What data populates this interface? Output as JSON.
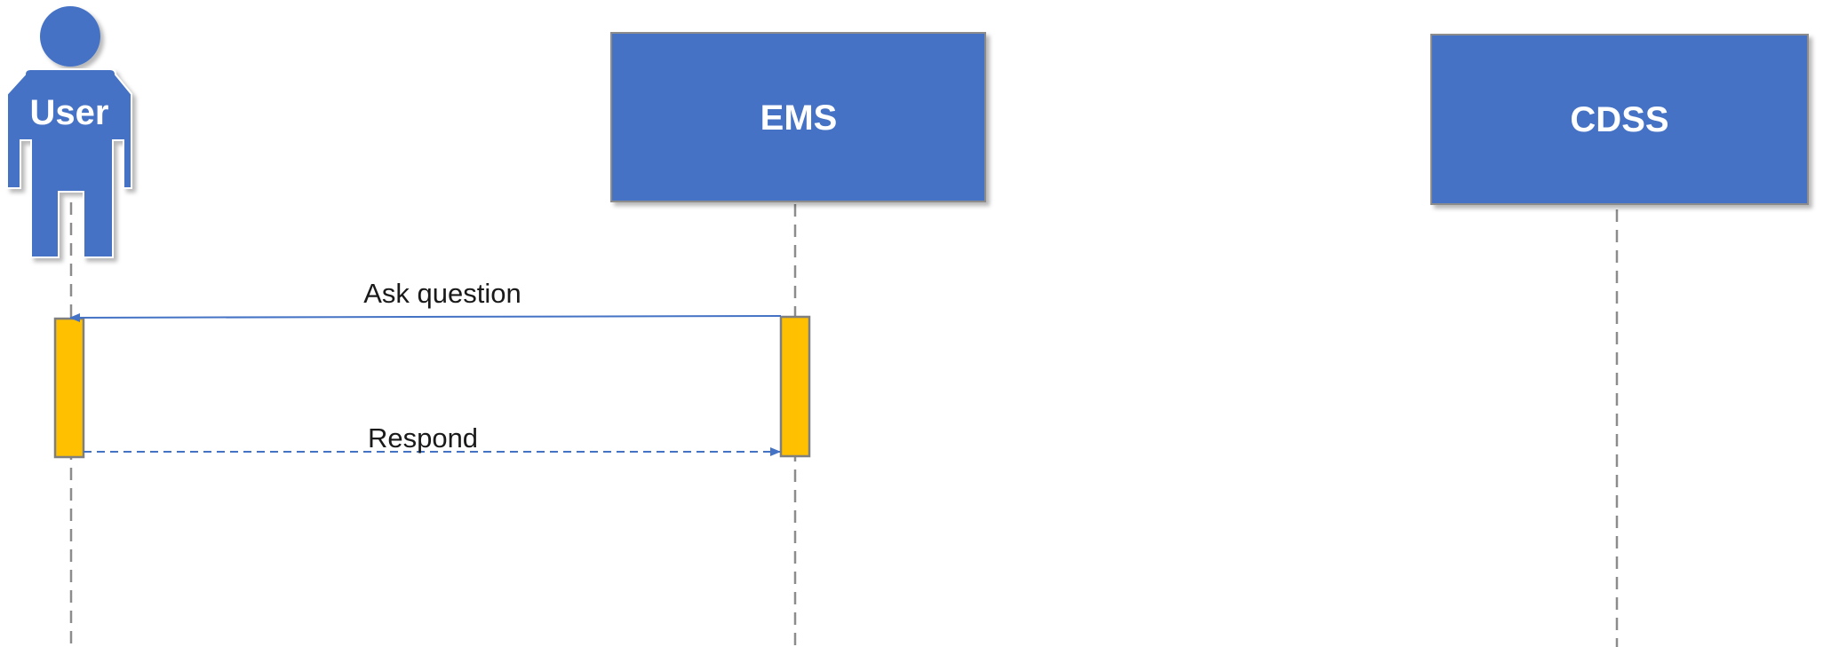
{
  "colors": {
    "participant_fill": "#4472c4",
    "participant_text": "#ffffff",
    "activation_fill": "#ffc000",
    "arrow": "#4472c4",
    "lifeline": "#8c8c8c",
    "message_text": "#1a1a1a"
  },
  "actor": {
    "label": "User",
    "icon": "person-icon"
  },
  "participants": [
    {
      "label": "EMS"
    },
    {
      "label": "CDSS"
    }
  ],
  "messages": [
    {
      "label": "Ask question",
      "style": "solid",
      "from": "EMS",
      "to": "User"
    },
    {
      "label": "Respond",
      "style": "dashed",
      "from": "User",
      "to": "EMS"
    }
  ]
}
